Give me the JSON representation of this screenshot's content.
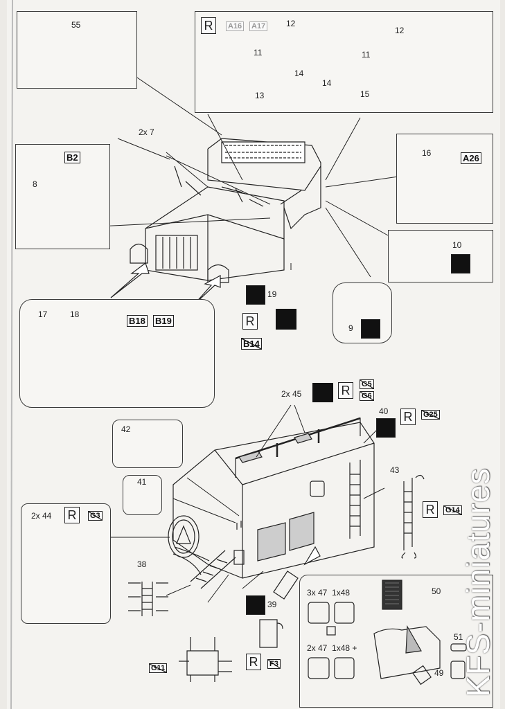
{
  "steps": {
    "s55": {
      "num": "55"
    },
    "top_right": {
      "r": "R",
      "c1": "A16",
      "c2": "A17",
      "n12a": "12",
      "n12b": "12",
      "n11a": "11",
      "n11b": "11",
      "n14a": "14",
      "n14b": "14",
      "n13": "13",
      "n15": "15"
    },
    "cab": {
      "n2x7": "2x 7"
    },
    "left8": {
      "b2": "B2",
      "n8": "8"
    },
    "s16": {
      "n16": "16",
      "a26": "A26"
    },
    "s10": {
      "n10": "10"
    },
    "mid": {
      "n19": "19",
      "r": "R",
      "b14": "B14"
    },
    "s9": {
      "n9": "9"
    },
    "grill": {
      "n17": "17",
      "n18": "18",
      "b18": "B18",
      "b19": "B19"
    },
    "roof": {
      "n2x45": "2x 45",
      "r": "R",
      "g5": "G5",
      "g6": "G6",
      "n40": "40",
      "r2": "R",
      "g25": "G25"
    },
    "s42": {
      "n42": "42"
    },
    "s41": {
      "n41": "41"
    },
    "s44": {
      "n2x44": "2x 44",
      "r": "R",
      "g3": "G3"
    },
    "s43": {
      "n43": "43",
      "r": "R",
      "g14": "G14"
    },
    "s38": {
      "n38": "38"
    },
    "s39": {
      "n39": "39"
    },
    "lower": {
      "g11": "G11",
      "r": "R",
      "f3": "F3"
    },
    "doors": {
      "l1": "3x 47  1x48",
      "l2": "2x 47  1x48 +",
      "n50": "50",
      "n51": "51",
      "n49": "49"
    }
  },
  "brand": "KFS-miniatures"
}
